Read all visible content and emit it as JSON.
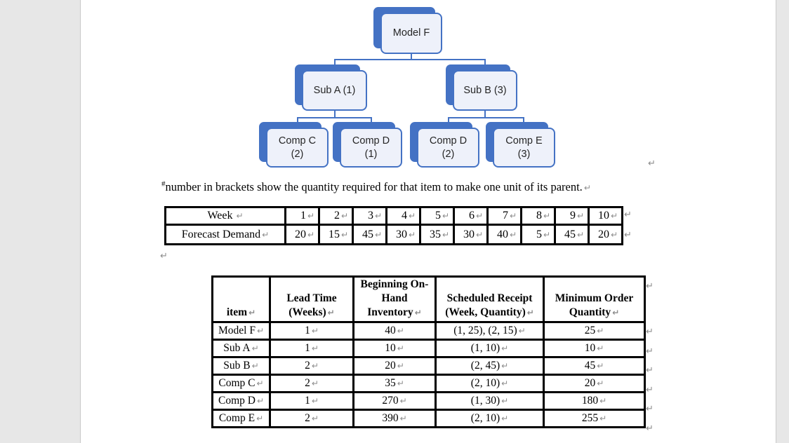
{
  "marks": {
    "ret": "↵"
  },
  "colors": {
    "accent": "#4472C4",
    "node_fill": "#EEF1FA",
    "table_border": "#000000",
    "mark_gray": "#8C8C8C"
  },
  "diagram": {
    "nodes": {
      "model_f": {
        "label": "Model F"
      },
      "sub_a": {
        "label": "Sub A (1)"
      },
      "sub_b": {
        "label": "Sub B (3)"
      },
      "comp_c": {
        "label": "Comp C (2)"
      },
      "comp_d1": {
        "label": "Comp D (1)"
      },
      "comp_d2": {
        "label": "Comp D (2)"
      },
      "comp_e": {
        "label": "Comp E (3)"
      }
    }
  },
  "note": {
    "sup": "#",
    "text": "number in brackets show the quantity required for that item to make one unit of its parent."
  },
  "demand_table": {
    "week_label": "Week",
    "demand_label": "Forecast Demand",
    "weeks": [
      "1",
      "2",
      "3",
      "4",
      "5",
      "6",
      "7",
      "8",
      "9",
      "10"
    ],
    "demand": [
      "20",
      "15",
      "45",
      "30",
      "35",
      "30",
      "40",
      "5",
      "45",
      "20"
    ]
  },
  "mrp_table": {
    "columns": [
      "item",
      "Lead Time (Weeks)",
      "Beginning On-Hand Inventory",
      "Scheduled Receipt (Week, Quantity)",
      "Minimum Order Quantity"
    ],
    "rows": [
      [
        "Model F",
        "1",
        "40",
        "(1, 25), (2, 15)",
        "25"
      ],
      [
        "Sub A",
        "1",
        "10",
        "(1, 10)",
        "10"
      ],
      [
        "Sub B",
        "2",
        "20",
        "(2, 45)",
        "45"
      ],
      [
        "Comp C",
        "2",
        "35",
        "(2, 10)",
        "20"
      ],
      [
        "Comp D",
        "1",
        "270",
        "(1, 30)",
        "180"
      ],
      [
        "Comp E",
        "2",
        "390",
        "(2, 10)",
        "255"
      ]
    ]
  }
}
